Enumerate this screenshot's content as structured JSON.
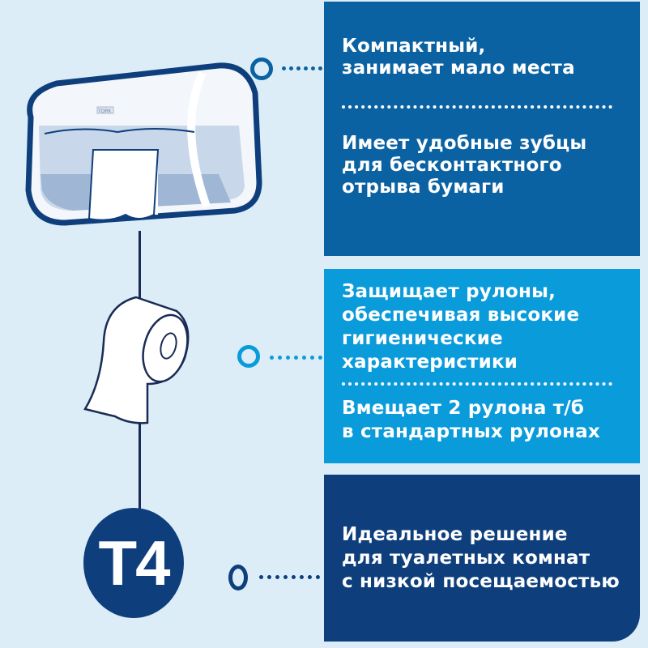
{
  "features": {
    "panel1": {
      "item1": "Компактный,\nзанимает мало места",
      "item2": "Имеет удобные зубцы\nдля бесконтактного\nотрыва бумаги",
      "color": "#0b62a2"
    },
    "panel2": {
      "item1": "Защищает рулоны,\nобеспечивая высокие\nгигиенические\nхарактеристики",
      "item2": "Вмещает 2 рулона т/б\nв стандартных рулонах",
      "color": "#0a9bdb"
    },
    "panel3": {
      "item1": "Идеальное решение\nдля туалетных комнат\nс низкой посещаемостью",
      "color": "#0e3f7c"
    }
  },
  "badge": {
    "label": "T4"
  },
  "illustration": {
    "dispenser_brand": "TORK"
  },
  "colors": {
    "background": "#dcedf8",
    "outline": "#0e3f7c",
    "connector_light": "#0a9bdb"
  }
}
